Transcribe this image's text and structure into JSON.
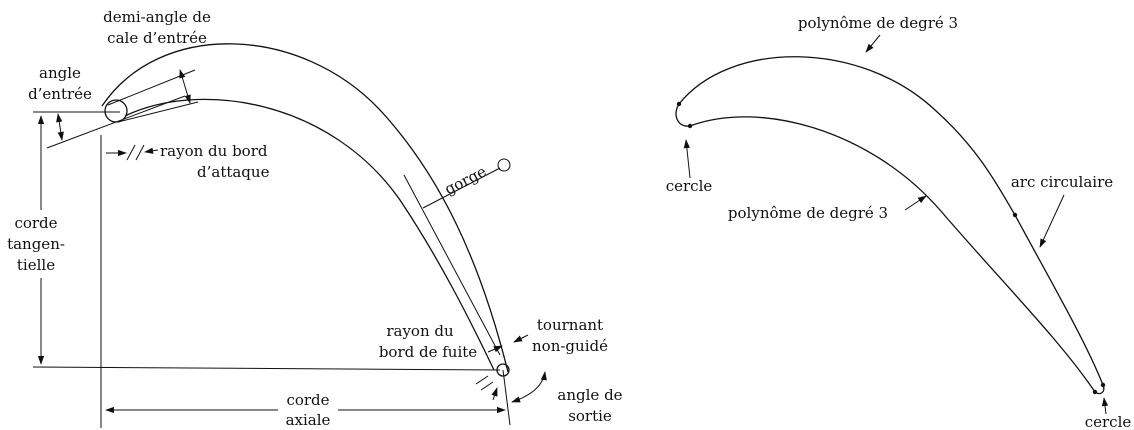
{
  "left_diagram": {
    "labels": {
      "inlet_half_wedge_1": "demi-angle de",
      "inlet_half_wedge_2": "cale d’entrée",
      "inlet_angle_1": "angle",
      "inlet_angle_2": "d’entrée",
      "le_radius_1": "rayon du bord",
      "le_radius_2": "d’attaque",
      "tangential_chord_1": "corde",
      "tangential_chord_2": "tangen-",
      "tangential_chord_3": "tielle",
      "throat": "gorge",
      "te_radius_1": "rayon du",
      "te_radius_2": "bord de fuite",
      "unguided_turning_1": "tournant",
      "unguided_turning_2": "non-guidé",
      "axial_chord_1": "corde",
      "axial_chord_2": "axiale",
      "exit_angle_1": "angle de",
      "exit_angle_2": "sortie"
    }
  },
  "right_diagram": {
    "labels": {
      "top_poly": "polynôme de degré 3",
      "bottom_poly": "polynôme de degré 3",
      "le_circle": "cercle",
      "arc": "arc circulaire",
      "te_circle": "cercle"
    }
  }
}
